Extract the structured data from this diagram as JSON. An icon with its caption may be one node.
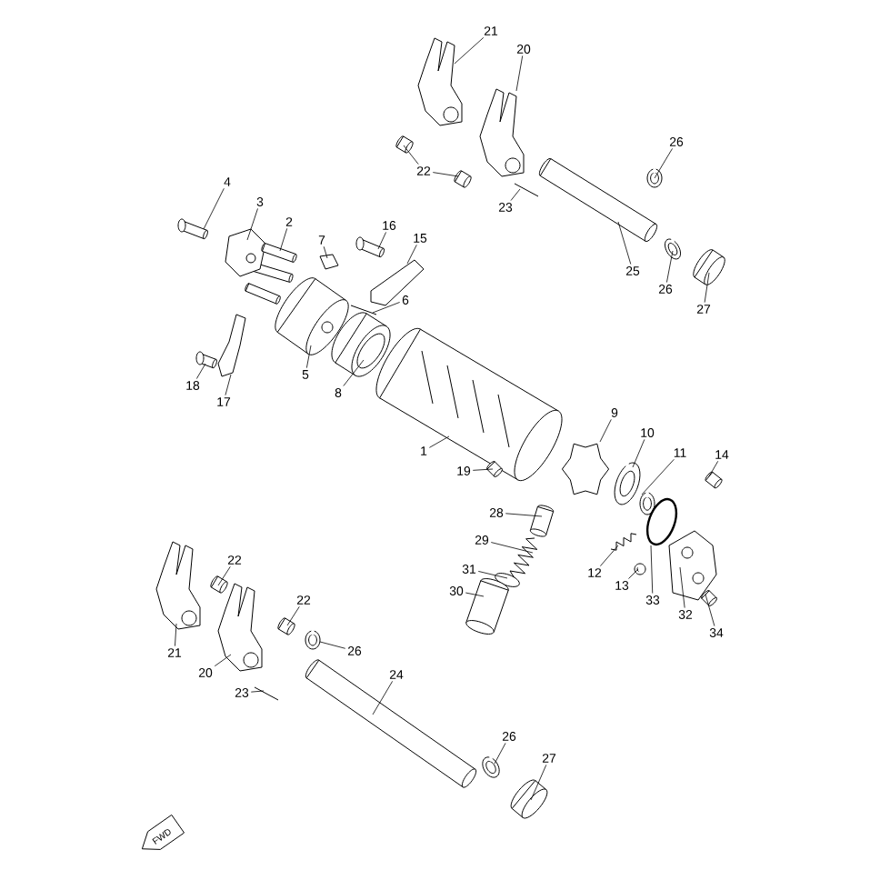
{
  "diagram": {
    "nodes": [
      {
        "text": [
          "21"
        ]
      },
      {
        "text": [
          "20"
        ]
      },
      {
        "text": [
          "22"
        ]
      },
      {
        "text": [
          "26"
        ]
      },
      {
        "text": [
          "23"
        ]
      },
      {
        "text": [
          "4"
        ]
      },
      {
        "text": [
          "3"
        ]
      },
      {
        "text": [
          "2"
        ]
      },
      {
        "text": [
          "16"
        ]
      },
      {
        "text": [
          "15"
        ]
      },
      {
        "text": [
          "7"
        ]
      },
      {
        "text": [
          "25"
        ]
      },
      {
        "text": [
          "26"
        ]
      },
      {
        "text": [
          "27"
        ]
      },
      {
        "text": [
          "6"
        ]
      },
      {
        "text": [
          "5"
        ]
      },
      {
        "text": [
          "8"
        ]
      },
      {
        "text": [
          "18"
        ]
      },
      {
        "text": [
          "17"
        ]
      },
      {
        "text": [
          "9"
        ]
      },
      {
        "text": [
          "10"
        ]
      },
      {
        "text": [
          "11"
        ]
      },
      {
        "text": [
          "14"
        ]
      },
      {
        "text": [
          "1"
        ]
      },
      {
        "text": [
          "19"
        ]
      },
      {
        "text": [
          "28"
        ]
      },
      {
        "text": [
          "29"
        ]
      },
      {
        "text": [
          "31"
        ]
      },
      {
        "text": [
          "30"
        ]
      },
      {
        "text": [
          "12"
        ]
      },
      {
        "text": [
          "13"
        ]
      },
      {
        "text": [
          "33"
        ]
      },
      {
        "text": [
          "32"
        ]
      },
      {
        "text": [
          "34"
        ]
      },
      {
        "text": [
          "22"
        ]
      },
      {
        "text": [
          "22"
        ]
      },
      {
        "text": [
          "26"
        ]
      },
      {
        "text": [
          "21"
        ]
      },
      {
        "text": [
          "20"
        ]
      },
      {
        "text": [
          "23"
        ]
      },
      {
        "text": [
          "24"
        ]
      },
      {
        "text": [
          "26"
        ]
      },
      {
        "text": [
          "27"
        ]
      },
      {
        "text": [],
        "shape": "picture"
      },
      {
        "text": [],
        "shape": "picture"
      },
      {
        "text": [],
        "shape": "picture"
      },
      {
        "text": [],
        "shape": "picture"
      },
      {
        "text": [],
        "shape": "picture"
      },
      {
        "text": [],
        "shape": "picture"
      },
      {
        "text": [],
        "shape": "picture"
      },
      {
        "text": [],
        "shape": "picture"
      },
      {
        "text": [],
        "shape": "picture"
      },
      {
        "text": [],
        "shape": "picture"
      },
      {
        "text": [],
        "shape": "picture"
      },
      {
        "text": [],
        "shape": "picture"
      },
      {
        "text": [],
        "shape": "picture"
      },
      {
        "text": [],
        "shape": "picture"
      },
      {
        "text": [],
        "shape": "picture"
      },
      {
        "text": [],
        "shape": "picture"
      },
      {
        "text": [],
        "shape": "picture"
      },
      {
        "text": [],
        "shape": "picture"
      },
      {
        "text": [],
        "shape": "picture"
      },
      {
        "text": [],
        "shape": "picture"
      },
      {
        "text": [],
        "shape": "picture"
      },
      {
        "text": [],
        "shape": "picture"
      },
      {
        "text": [],
        "shape": "picture"
      },
      {
        "text": [],
        "shape": "picture"
      },
      {
        "text": [],
        "shape": "picture"
      },
      {
        "text": [],
        "shape": "picture"
      },
      {
        "text": [],
        "shape": "picture"
      },
      {
        "text": [],
        "shape": "picture"
      },
      {
        "text": [],
        "shape": "picture"
      },
      {
        "text": [],
        "shape": "picture"
      },
      {
        "text": [],
        "shape": "picture"
      },
      {
        "text": [],
        "shape": "picture"
      },
      {
        "text": [],
        "shape": "picture"
      },
      {
        "text": [],
        "shape": "picture"
      },
      {
        "text": [],
        "shape": "picture"
      },
      {
        "text": [],
        "shape": "picture"
      },
      {
        "text": [],
        "shape": "picture"
      },
      {
        "text": [],
        "shape": "picture"
      },
      {
        "text": [],
        "shape": "picture"
      },
      {
        "text": [],
        "shape": "picture"
      },
      {
        "text": [],
        "shape": "picture"
      },
      {
        "text": [],
        "shape": "picture"
      },
      {
        "text": [],
        "shape": "picture"
      },
      {
        "text": [],
        "shape": "picture"
      }
    ],
    "edges": [
      {
        "from": 0,
        "to": 43,
        "arrow": "none"
      },
      {
        "from": 1,
        "to": 44,
        "arrow": "none"
      },
      {
        "from": 2,
        "to": 45,
        "arrow": "none"
      },
      {
        "from": 2,
        "to": 46,
        "arrow": "none"
      },
      {
        "from": 3,
        "to": 47,
        "arrow": "none"
      },
      {
        "from": 4,
        "to": 48,
        "arrow": "none"
      },
      {
        "from": 5,
        "to": 49,
        "arrow": "none"
      },
      {
        "from": 6,
        "to": 50,
        "arrow": "none"
      },
      {
        "from": 7,
        "to": 51,
        "arrow": "none"
      },
      {
        "from": 8,
        "to": 52,
        "arrow": "none"
      },
      {
        "from": 9,
        "to": 53,
        "arrow": "none"
      },
      {
        "from": 10,
        "to": 54,
        "arrow": "none"
      },
      {
        "from": 11,
        "to": 55,
        "arrow": "none"
      },
      {
        "from": 12,
        "to": 56,
        "arrow": "none"
      },
      {
        "from": 13,
        "to": 57,
        "arrow": "none"
      },
      {
        "from": 14,
        "to": 58,
        "arrow": "none"
      },
      {
        "from": 15,
        "to": 59,
        "arrow": "none"
      },
      {
        "from": 16,
        "to": 60,
        "arrow": "none"
      },
      {
        "from": 17,
        "to": 61,
        "arrow": "none"
      },
      {
        "from": 18,
        "to": 62,
        "arrow": "none"
      },
      {
        "from": 19,
        "to": 63,
        "arrow": "none"
      },
      {
        "from": 20,
        "to": 64,
        "arrow": "none"
      },
      {
        "from": 21,
        "to": 65,
        "arrow": "none"
      },
      {
        "from": 22,
        "to": 66,
        "arrow": "none"
      },
      {
        "from": 23,
        "to": 67,
        "arrow": "none"
      },
      {
        "from": 24,
        "to": 68,
        "arrow": "none"
      },
      {
        "from": 25,
        "to": 69,
        "arrow": "none"
      },
      {
        "from": 26,
        "to": 70,
        "arrow": "none"
      },
      {
        "from": 27,
        "to": 71,
        "arrow": "none"
      },
      {
        "from": 28,
        "to": 72,
        "arrow": "none"
      },
      {
        "from": 29,
        "to": 73,
        "arrow": "none"
      },
      {
        "from": 30,
        "to": 74,
        "arrow": "none"
      },
      {
        "from": 31,
        "to": 75,
        "arrow": "none"
      },
      {
        "from": 32,
        "to": 76,
        "arrow": "none"
      },
      {
        "from": 33,
        "to": 77,
        "arrow": "none"
      },
      {
        "from": 34,
        "to": 78,
        "arrow": "none"
      },
      {
        "from": 35,
        "to": 79,
        "arrow": "none"
      },
      {
        "from": 36,
        "to": 80,
        "arrow": "none"
      },
      {
        "from": 37,
        "to": 81,
        "arrow": "none"
      },
      {
        "from": 38,
        "to": 82,
        "arrow": "none"
      },
      {
        "from": 39,
        "to": 83,
        "arrow": "none"
      },
      {
        "from": 40,
        "to": 84,
        "arrow": "none"
      },
      {
        "from": 41,
        "to": 85,
        "arrow": "none"
      },
      {
        "from": 42,
        "to": 86,
        "arrow": "none"
      }
    ],
    "labels": [
      "FWD"
    ]
  }
}
